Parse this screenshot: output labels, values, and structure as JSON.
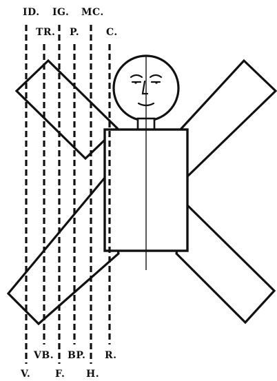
{
  "labels": {
    "top_row_1": [
      "ID.",
      "IG.",
      "MC."
    ],
    "top_row_2": [
      "TR.",
      "P.",
      "C."
    ],
    "bottom_row_1": [
      "VB.",
      "BP.",
      "R."
    ],
    "bottom_row_2": [
      "V.",
      "F.",
      "H."
    ]
  },
  "colors": {
    "ink": "#111111",
    "background": "#ffffff"
  }
}
